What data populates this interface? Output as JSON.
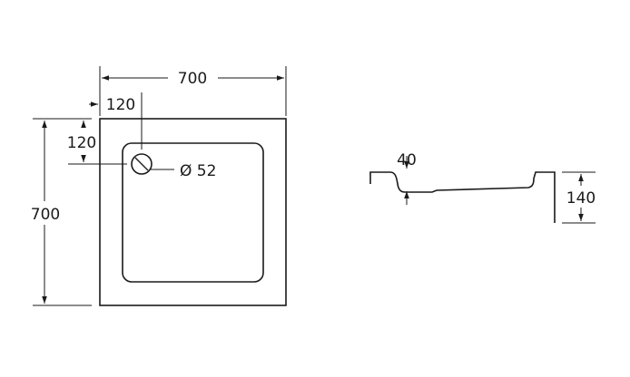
{
  "plan_view": {
    "width_label": "700",
    "height_label": "700",
    "drain_offset_x_label": "120",
    "drain_offset_y_label": "120",
    "drain_diameter_label": "Ø 52"
  },
  "section_view": {
    "depth_label": "40",
    "height_label": "140"
  }
}
